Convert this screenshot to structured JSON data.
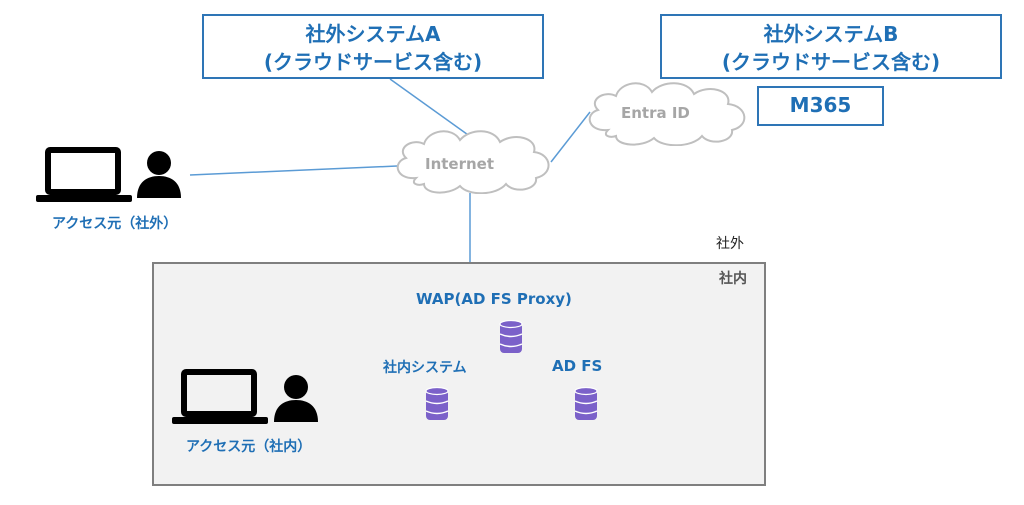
{
  "systems": {
    "a": {
      "line1": "社外システムA",
      "line2": "(クラウドサービス含む)"
    },
    "b": {
      "line1": "社外システムB",
      "line2": "(クラウドサービス含む)"
    },
    "m365": "M365"
  },
  "clouds": {
    "entra": "Entra ID",
    "internet": "Internet"
  },
  "external": {
    "access_label": "アクセス元（社外）",
    "zone_label": "社外"
  },
  "internal": {
    "zone_label": "社内",
    "wap_label": "WAP(AD FS Proxy)",
    "system_label": "社内システム",
    "adfs_label": "AD FS",
    "access_label": "アクセス元（社内）"
  },
  "colors": {
    "accent": "#1f6fb5",
    "box_border": "#2e75b6",
    "line": "#5b9bd5",
    "database": "#7b61c9",
    "cloud": "#bfbfbf"
  }
}
